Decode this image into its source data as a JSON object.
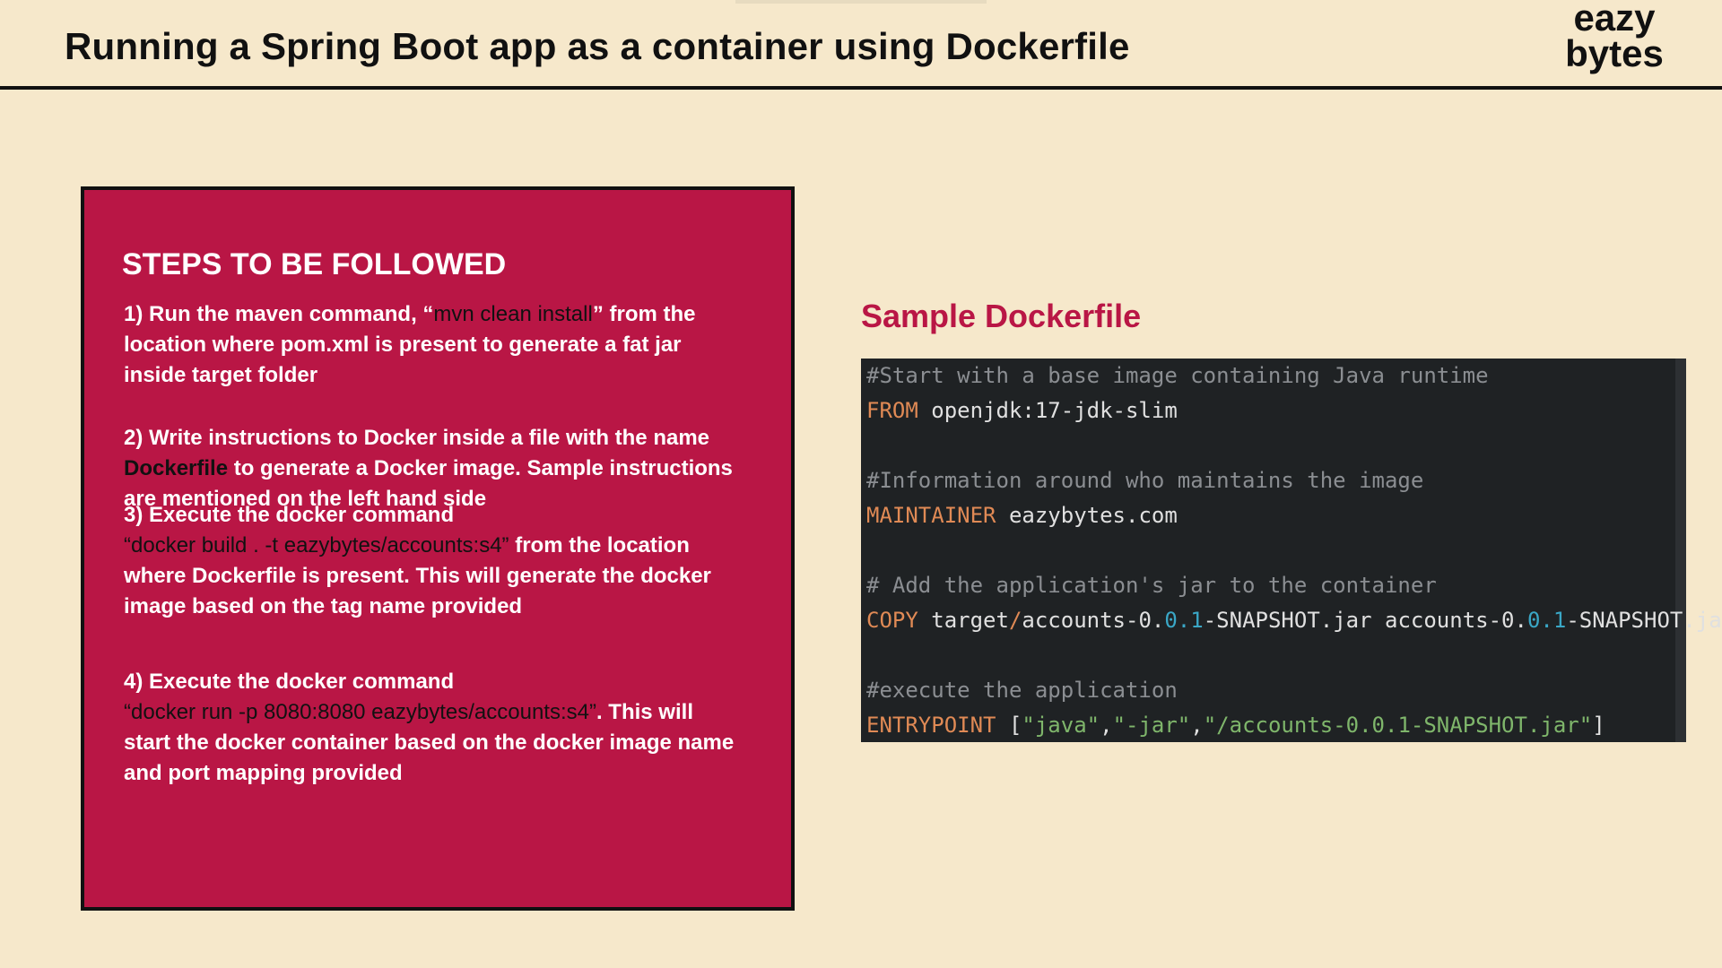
{
  "header": {
    "title": "Running a Spring Boot app as a container using Dockerfile",
    "logo_line1": "eazy",
    "logo_line2": "bytes"
  },
  "steps": {
    "heading": "STEPS TO BE FOLLOWED",
    "step1": {
      "prefix": "1) Run the maven command, “",
      "command": "mvn clean install",
      "suffix": "” from the",
      "line2": "location where pom.xml is present to generate a fat jar",
      "line3": "inside target folder"
    },
    "step2": {
      "line1": "2) Write instructions to Docker inside a file with the name",
      "keyword": "Dockerfile",
      "line2_rest": " to generate a Docker image. Sample instructions",
      "line3": "are mentioned on the left hand side"
    },
    "step3": {
      "line1": "3) Execute the docker command",
      "command": "“docker build . -t eazybytes/accounts:s4”",
      "line2_rest": " from the location",
      "line3": "where Dockerfile is present. This will generate the docker",
      "line4": "image based on the tag name provided"
    },
    "step4": {
      "line1": "4) Execute the docker command",
      "command": "“docker run -p 8080:8080 eazybytes/accounts:s4”",
      "line2_rest": ". This will",
      "line3": "start the docker container based on the docker image name",
      "line4": "and port mapping provided"
    }
  },
  "sample": {
    "heading": "Sample Dockerfile",
    "code": {
      "comment1": "#Start with a base image containing Java runtime",
      "from_kw": "FROM",
      "from_val": " openjdk:17-jdk-slim",
      "comment2": "#Information around who maintains the image",
      "maintainer_kw": "MAINTAINER",
      "maintainer_val": " eazybytes.com",
      "comment3": "# Add the application's jar to the container",
      "copy_kw": "COPY",
      "copy_p1": " target",
      "copy_slash": "/",
      "copy_p2": "accounts-0.",
      "copy_n1": "0.1",
      "copy_p3": "-SNAPSHOT.jar accounts-0.",
      "copy_n2": "0.1",
      "copy_p4": "-SNAPSHOT.jar",
      "comment4": "#execute the application",
      "entry_kw": "ENTRYPOINT",
      "entry_open": " [",
      "entry_s1": "\"java\"",
      "entry_c1": ",",
      "entry_s2": "\"-jar\"",
      "entry_c2": ",",
      "entry_s3": "\"/accounts-0.0.1-SNAPSHOT.jar\"",
      "entry_close": "]"
    }
  },
  "colors": {
    "background": "#f6e8cb",
    "accent": "#b91645",
    "code_bg": "#1f2224"
  }
}
